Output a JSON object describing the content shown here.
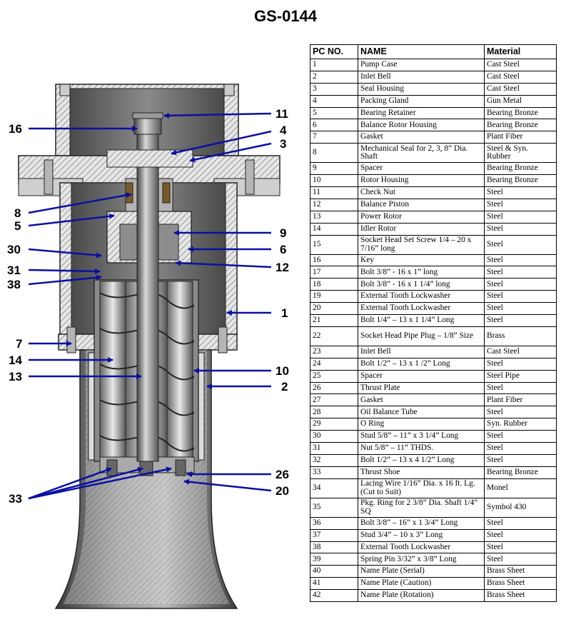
{
  "title": "GS-0144",
  "table": {
    "headers": [
      "PC NO.",
      "NAME",
      "Material"
    ],
    "rows": [
      {
        "no": "1",
        "name": "Pump Case",
        "material": "Cast Steel"
      },
      {
        "no": "2",
        "name": "Inlet Bell",
        "material": "Cast Steel"
      },
      {
        "no": "3",
        "name": "Seal Housing",
        "material": "Cast Steel"
      },
      {
        "no": "4",
        "name": "Packing Gland",
        "material": "Gun Metal"
      },
      {
        "no": "5",
        "name": "Bearing Retainer",
        "material": "Bearing Bronze"
      },
      {
        "no": "6",
        "name": "Balance Rotor Housing",
        "material": "Bearing Bronze"
      },
      {
        "no": "7",
        "name": "Gasket",
        "material": "Plant Fiber"
      },
      {
        "no": "8",
        "name": "Mechanical Seal for 2, 3, 8” Dia. Shaft",
        "material": "Steel & Syn. Rubber"
      },
      {
        "no": "9",
        "name": "Spacer",
        "material": "Bearing Bronze"
      },
      {
        "no": "10",
        "name": "Rotor Housing",
        "material": "Bearing Bronze"
      },
      {
        "no": "11",
        "name": "Check Nut",
        "material": "Steel"
      },
      {
        "no": "12",
        "name": "Balance Piston",
        "material": "Steel"
      },
      {
        "no": "13",
        "name": "Power Rotor",
        "material": "Steel"
      },
      {
        "no": "14",
        "name": "Idler Rotor",
        "material": "Steel"
      },
      {
        "no": "15",
        "name": "Socket Head Set Screw 1/4 – 20 x 7/16” long",
        "material": "Steel"
      },
      {
        "no": "16",
        "name": "Key",
        "material": "Steel"
      },
      {
        "no": "17",
        "name": "Bolt 3/8” - 16 x 1” long",
        "material": "Steel"
      },
      {
        "no": "18",
        "name": "Bolt 3/8” - 16 x 1 1/4” long",
        "material": "Steel"
      },
      {
        "no": "19",
        "name": "External Tooth Lockwasher",
        "material": "Steel"
      },
      {
        "no": "20",
        "name": "External Tooth Lockwasher",
        "material": "Steel"
      },
      {
        "no": "21",
        "name": "Bolt 1/4” – 13 x 1 1/4” Long",
        "material": "Steel"
      },
      {
        "no": "22",
        "name": "Socket Head Pipe Plug – 1/8” Size",
        "material": "Brass"
      },
      {
        "no": "23",
        "name": "Inlet Bell",
        "material": "Cast Steel"
      },
      {
        "no": "24",
        "name": "Bolt 1/2” – 13 x 1 /2” Long",
        "material": "Steel"
      },
      {
        "no": "25",
        "name": "Spacer",
        "material": "Steel Pipe"
      },
      {
        "no": "26",
        "name": "Thrust Plate",
        "material": "Steel"
      },
      {
        "no": "27",
        "name": "Gasket",
        "material": "Plant Fiber"
      },
      {
        "no": "28",
        "name": "Oil Balance Tube",
        "material": "Steel"
      },
      {
        "no": "29",
        "name": "O Ring",
        "material": "Syn. Rubber"
      },
      {
        "no": "30",
        "name": "Stud 5/8” – 11” x 3 1/4” Long",
        "material": "Steel"
      },
      {
        "no": "31",
        "name": "Nut 5/8” – 11” THDS.",
        "material": "Steel"
      },
      {
        "no": "32",
        "name": "Bolt 1/2” – 13 x 4 1/2” Long",
        "material": "Steel"
      },
      {
        "no": "33",
        "name": "Thrust Shoe",
        "material": "Bearing Bronze"
      },
      {
        "no": "34",
        "name": "Lacing Wire 1/16” Dia. x 16 ft. Lg. (Cut to Suit)",
        "material": "Monel"
      },
      {
        "no": "35",
        "name": "Pkg. Ring for 2 3/8” Dia. Shaft 1/4” SQ",
        "material": "Symbol 430"
      },
      {
        "no": "36",
        "name": "Bolt 3/8” – 16” x 1 3/4” Long",
        "material": "Steel"
      },
      {
        "no": "37",
        "name": "Stud 3/4” – 10 x 3” Long",
        "material": "Steel"
      },
      {
        "no": "38",
        "name": "External Tooth Lockwasher",
        "material": "Steel"
      },
      {
        "no": "39",
        "name": "Spring Pin 3/32” x 3/8” Long",
        "material": "Steel"
      },
      {
        "no": "40",
        "name": "Name Plate (Serial)",
        "material": "Brass Sheet"
      },
      {
        "no": "41",
        "name": "Name Plate (Caution)",
        "material": "Brass Sheet"
      },
      {
        "no": "42",
        "name": "Name Plate (Rotation)",
        "material": "Brass Sheet"
      }
    ]
  },
  "callouts": {
    "c1": "1",
    "c2": "2",
    "c3": "3",
    "c4": "4",
    "c5": "5",
    "c6": "6",
    "c7": "7",
    "c8": "8",
    "c9": "9",
    "c10": "10",
    "c11": "11",
    "c12": "12",
    "c13": "13",
    "c14": "14",
    "c16": "16",
    "c20": "20",
    "c26": "26",
    "c30": "30",
    "c31": "31",
    "c33": "33",
    "c38": "38"
  },
  "colors": {
    "arrow": "#0a10a0",
    "metal_dark": "#555555",
    "metal_light": "#cfcfcf"
  }
}
